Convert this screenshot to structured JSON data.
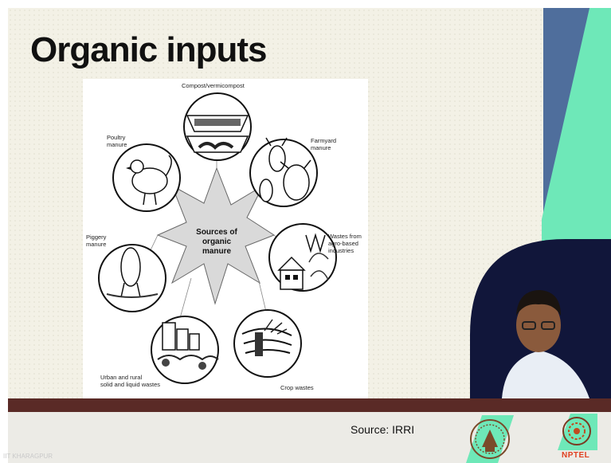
{
  "slide": {
    "title": "Organic inputs",
    "source": "Source: IRRI"
  },
  "diagram": {
    "center_label": "Sources of\norganic\nmanure",
    "sources": [
      {
        "label": "Compost/vermicompost",
        "icon": "compost-bin-icon"
      },
      {
        "label": "Farmyard\nmanure",
        "icon": "cattle-goat-icon"
      },
      {
        "label": "Wastes from\nagro-based\nindustries",
        "icon": "factory-icon"
      },
      {
        "label": "Crop wastes",
        "icon": "crop-bundle-icon"
      },
      {
        "label": "Urban and rural\nsolid and liquid wastes",
        "icon": "city-waste-icon"
      },
      {
        "label": "Piggery\nmanure",
        "icon": "pig-icon"
      },
      {
        "label": "Poultry\nmanure",
        "icon": "hen-icon"
      }
    ]
  },
  "branding": {
    "nptel": "NPTEL",
    "watermark": "IIT KHARAGPUR"
  },
  "colors": {
    "slide_bg": "#f3f1e6",
    "blue_band": "#4f6e9c",
    "green_band": "#6ee8b8",
    "footer_bar": "#5a2a26",
    "presenter_bg": "#11163a"
  }
}
